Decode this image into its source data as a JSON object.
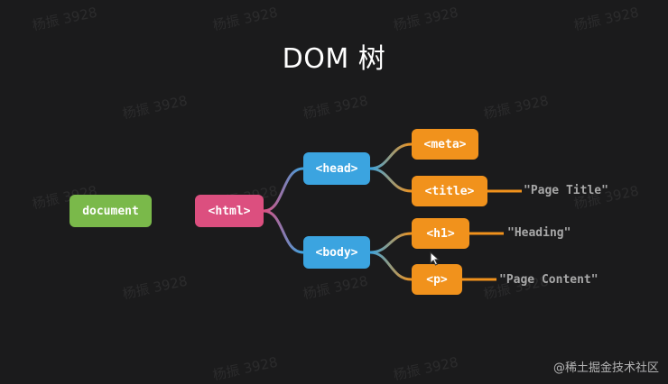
{
  "title": "DOM 树",
  "nodes": {
    "document": "document",
    "html": "<html>",
    "head": "<head>",
    "body": "<body>",
    "meta": "<meta>",
    "title_tag": "<title>",
    "h1": "<h1>",
    "p": "<p>"
  },
  "text_nodes": {
    "page_title": "\"Page Title\"",
    "heading": "\"Heading\"",
    "page_content": "\"Page Content\""
  },
  "watermark": "杨振 3928",
  "credit": "@稀土掘金技术社区",
  "colors": {
    "document": "#7ab94a",
    "html": "#dc4f7f",
    "head_body": "#3ba4e0",
    "leaf": "#f1921c",
    "background": "#1b1b1c"
  }
}
